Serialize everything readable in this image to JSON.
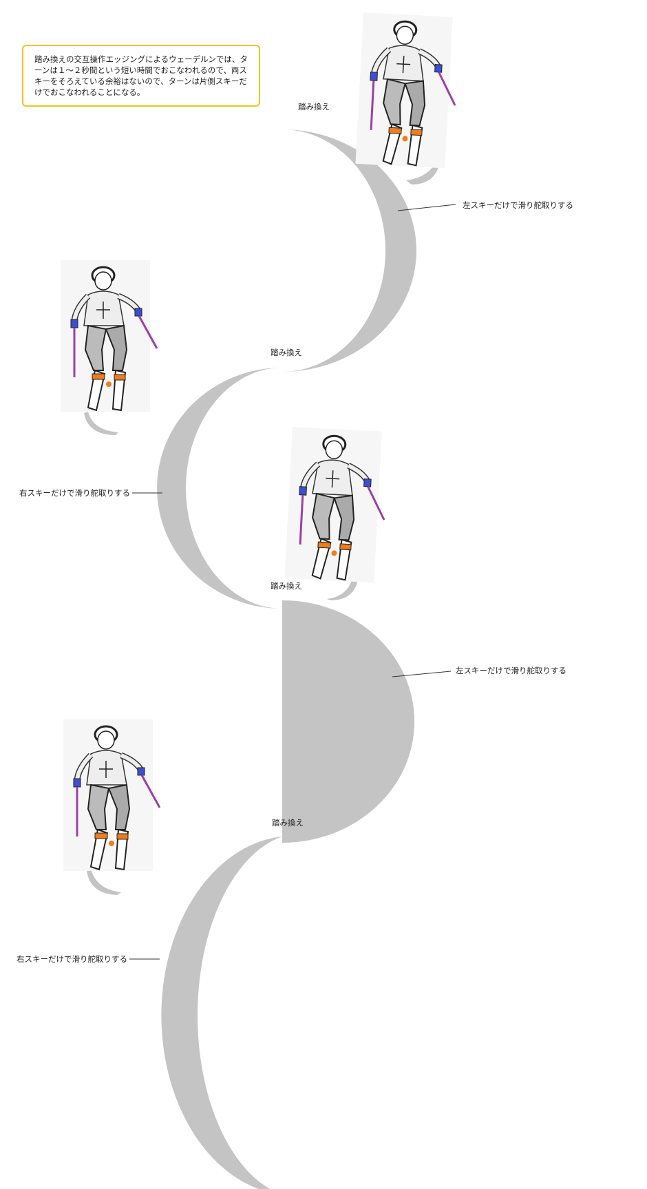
{
  "note": {
    "text": "踏み換えの交互操作エッジングによるウェーデルンでは、ターンは１～２秒間という短い時間でおこなわれるので、両スキーをそろえている余裕はないので、ターンは片側スキーだけでおこなわれることになる。",
    "border_color": "#f5c21b"
  },
  "labels": {
    "step_change": [
      "踏み換え",
      "踏み換え",
      "踏み換え",
      "踏み換え"
    ],
    "left_ski": [
      "左スキーだけで滑り舵取りする",
      "左スキーだけで滑り舵取りする"
    ],
    "right_ski": [
      "右スキーだけで滑り舵取りする",
      "右スキーだけで滑り舵取りする"
    ]
  },
  "colors": {
    "track": "#c4c4c4",
    "pole": "#9b3fa8",
    "binding": "#f07c1a",
    "glove": "#3b4fd0"
  }
}
